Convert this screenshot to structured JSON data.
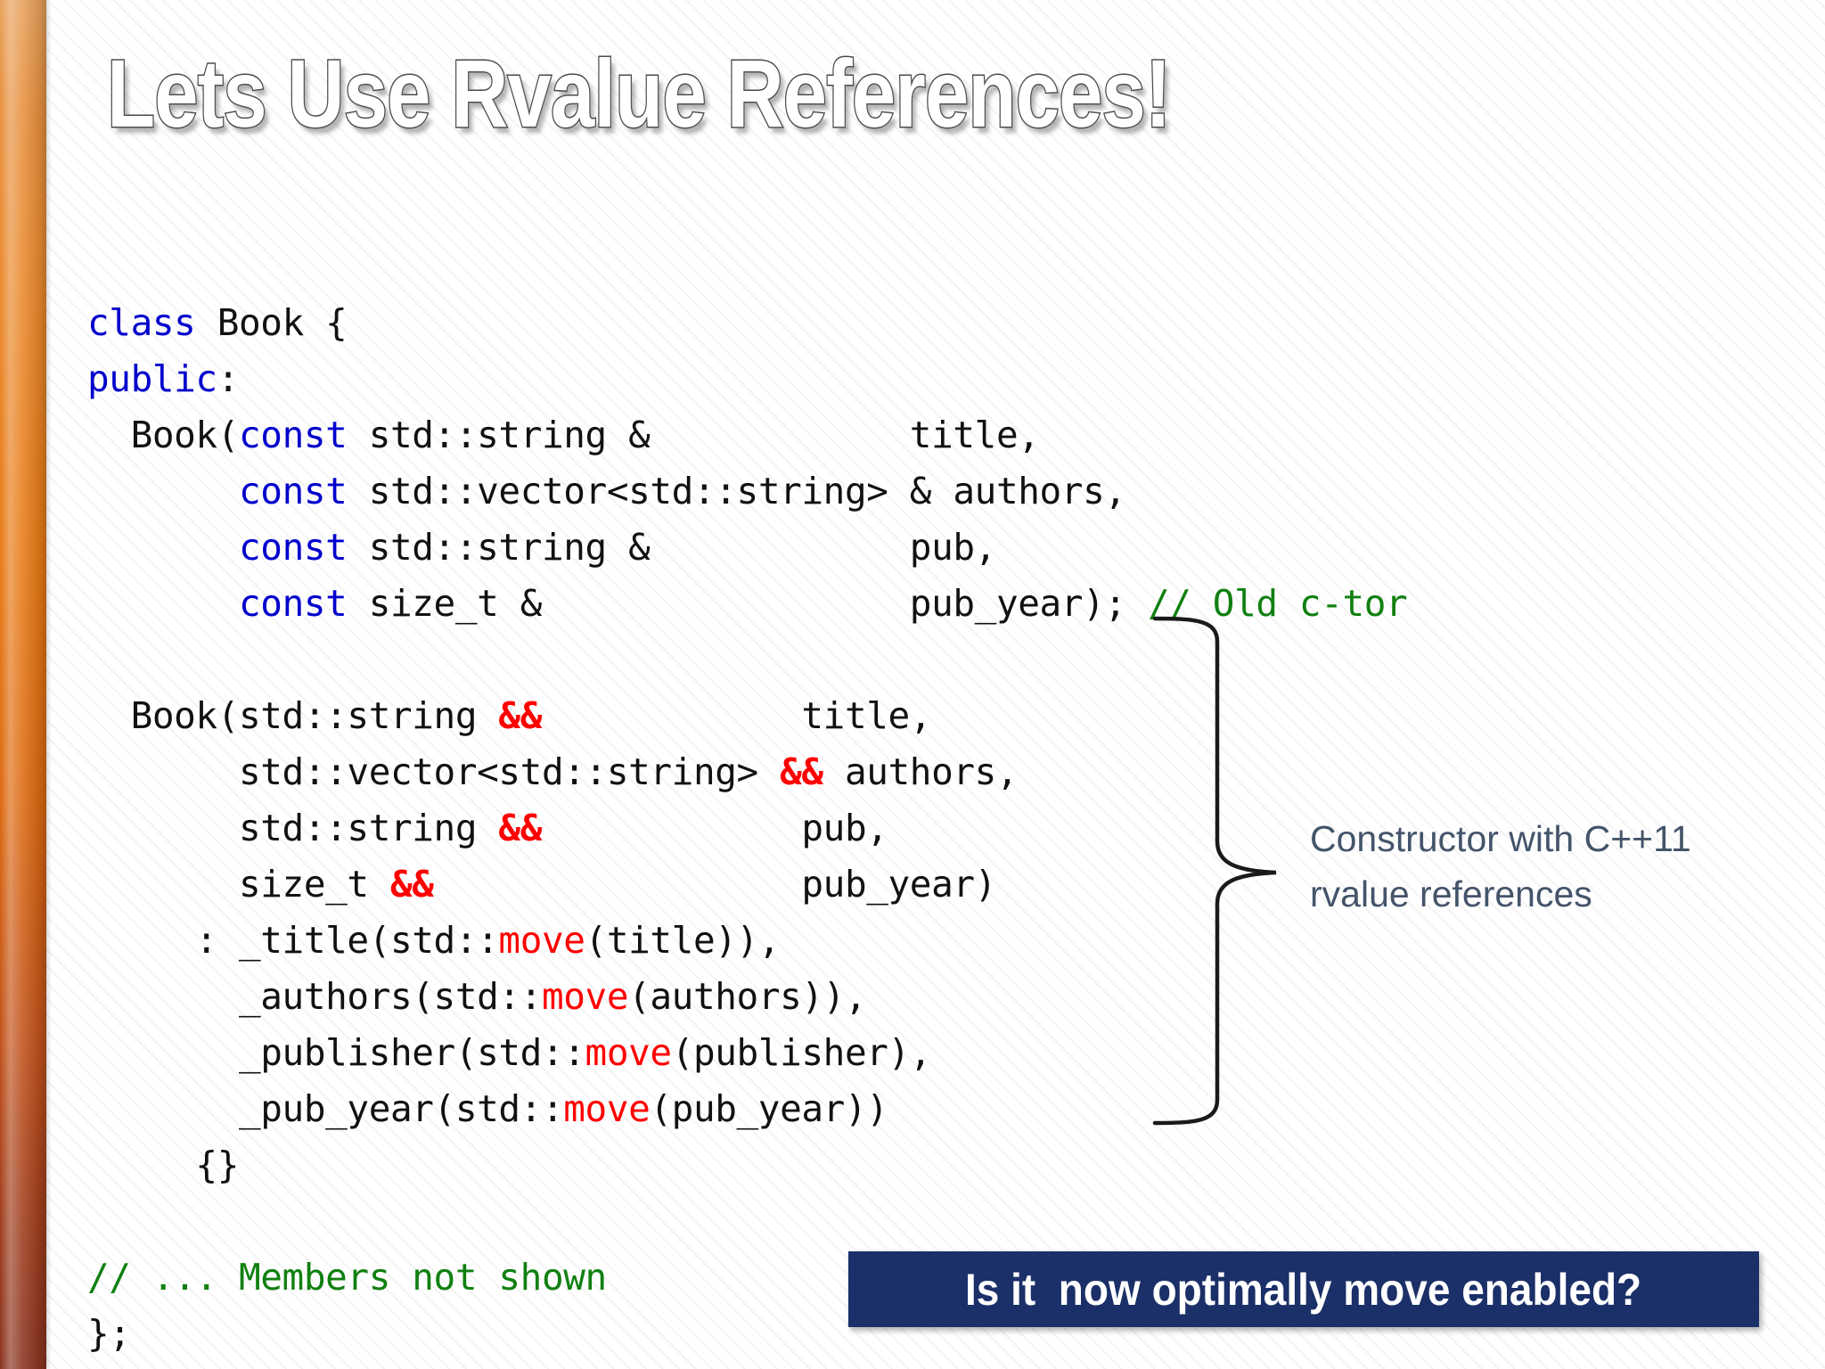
{
  "slide": {
    "title": "Lets Use Rvalue References!",
    "accent_bar_top_color": "#e8a15c",
    "accent_bar_bottom_color": "#8a3420",
    "background_color": "#f5f5f7"
  },
  "colors": {
    "keyword": "#0000cd",
    "comment": "#108010",
    "rvalue_ref": "#ff0000",
    "move": "#ff0000",
    "plain_code": "#111111",
    "annotation": "#44546a",
    "banner_bg": "#1b2f68",
    "banner_text": "#ffffff"
  },
  "code": {
    "language": "cpp",
    "lines": [
      {
        "id": "l01",
        "tokens": [
          {
            "t": "class ",
            "c": "kw"
          },
          {
            "t": "Book {",
            "c": "plain"
          }
        ]
      },
      {
        "id": "l02",
        "tokens": [
          {
            "t": "public",
            "c": "kw"
          },
          {
            "t": ":",
            "c": "plain"
          }
        ]
      },
      {
        "id": "l03",
        "tokens": [
          {
            "t": "  Book(",
            "c": "plain"
          },
          {
            "t": "const",
            "c": "kw"
          },
          {
            "t": " std::string &            title,",
            "c": "plain"
          }
        ]
      },
      {
        "id": "l04",
        "tokens": [
          {
            "t": "       ",
            "c": "plain"
          },
          {
            "t": "const",
            "c": "kw"
          },
          {
            "t": " std::vector<std::string> & authors,",
            "c": "plain"
          }
        ]
      },
      {
        "id": "l05",
        "tokens": [
          {
            "t": "       ",
            "c": "plain"
          },
          {
            "t": "const",
            "c": "kw"
          },
          {
            "t": " std::string &            pub,",
            "c": "plain"
          }
        ]
      },
      {
        "id": "l06",
        "tokens": [
          {
            "t": "       ",
            "c": "plain"
          },
          {
            "t": "const",
            "c": "kw"
          },
          {
            "t": " size_t &                 pub_year); ",
            "c": "plain"
          },
          {
            "t": "// Old c-tor",
            "c": "cmt"
          }
        ]
      },
      {
        "id": "l07",
        "tokens": [
          {
            "t": "",
            "c": "plain"
          }
        ]
      },
      {
        "id": "l08",
        "tokens": [
          {
            "t": "  Book(std::string ",
            "c": "plain"
          },
          {
            "t": "&&",
            "c": "amp"
          },
          {
            "t": "            title,",
            "c": "plain"
          }
        ]
      },
      {
        "id": "l09",
        "tokens": [
          {
            "t": "       std::vector<std::string> ",
            "c": "plain"
          },
          {
            "t": "&&",
            "c": "amp"
          },
          {
            "t": " authors,",
            "c": "plain"
          }
        ]
      },
      {
        "id": "l10",
        "tokens": [
          {
            "t": "       std::string ",
            "c": "plain"
          },
          {
            "t": "&&",
            "c": "amp"
          },
          {
            "t": "            pub,",
            "c": "plain"
          }
        ]
      },
      {
        "id": "l11",
        "tokens": [
          {
            "t": "       size_t ",
            "c": "plain"
          },
          {
            "t": "&&",
            "c": "amp"
          },
          {
            "t": "                 pub_year)",
            "c": "plain"
          }
        ]
      },
      {
        "id": "l12",
        "tokens": [
          {
            "t": "     : _title(std::",
            "c": "plain"
          },
          {
            "t": "move",
            "c": "mv"
          },
          {
            "t": "(title)),",
            "c": "plain"
          }
        ]
      },
      {
        "id": "l13",
        "tokens": [
          {
            "t": "       _authors(std::",
            "c": "plain"
          },
          {
            "t": "move",
            "c": "mv"
          },
          {
            "t": "(authors)),",
            "c": "plain"
          }
        ]
      },
      {
        "id": "l14",
        "tokens": [
          {
            "t": "       _publisher(std::",
            "c": "plain"
          },
          {
            "t": "move",
            "c": "mv"
          },
          {
            "t": "(publisher),",
            "c": "plain"
          }
        ]
      },
      {
        "id": "l15",
        "tokens": [
          {
            "t": "       _pub_year(std::",
            "c": "plain"
          },
          {
            "t": "move",
            "c": "mv"
          },
          {
            "t": "(pub_year))",
            "c": "plain"
          }
        ]
      },
      {
        "id": "l16",
        "tokens": [
          {
            "t": "     {}",
            "c": "plain"
          }
        ]
      },
      {
        "id": "l17",
        "tokens": [
          {
            "t": "",
            "c": "plain"
          }
        ]
      },
      {
        "id": "l18",
        "tokens": [
          {
            "t": "// ... Members not shown",
            "c": "cmt"
          }
        ]
      },
      {
        "id": "l19",
        "tokens": [
          {
            "t": "};",
            "c": "plain"
          }
        ]
      }
    ]
  },
  "annotation": {
    "lines": [
      "Constructor with C++11",
      "rvalue references"
    ]
  },
  "banner": {
    "text": "Is it  now optimally move enabled?"
  }
}
